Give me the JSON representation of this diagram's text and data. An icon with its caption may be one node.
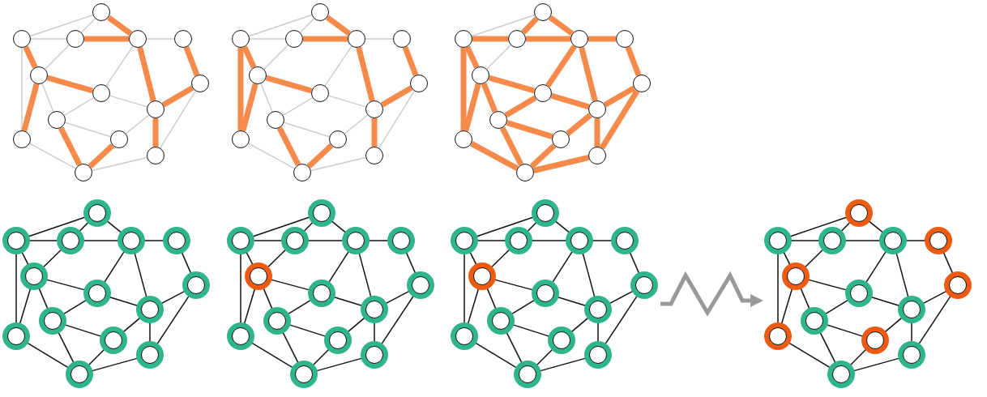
{
  "diagram": {
    "nodes": [
      {
        "text": [],
        "shape": "circle"
      },
      {
        "text": [],
        "shape": "circle"
      },
      {
        "text": [],
        "shape": "circle"
      },
      {
        "text": [],
        "shape": "circle"
      },
      {
        "text": [],
        "shape": "circle"
      },
      {
        "text": [],
        "shape": "circle"
      },
      {
        "text": [],
        "shape": "circle"
      },
      {
        "text": [],
        "shape": "circle"
      },
      {
        "text": [],
        "shape": "circle"
      },
      {
        "text": [],
        "shape": "circle"
      },
      {
        "text": [],
        "shape": "circle"
      },
      {
        "text": [],
        "shape": "circle"
      },
      {
        "text": [],
        "shape": "circle"
      },
      {
        "text": [],
        "shape": "circle"
      },
      {
        "text": [],
        "shape": "circle"
      },
      {
        "text": [],
        "shape": "circle"
      },
      {
        "text": [],
        "shape": "circle"
      },
      {
        "text": [],
        "shape": "circle"
      },
      {
        "text": [],
        "shape": "circle"
      },
      {
        "text": [],
        "shape": "circle"
      },
      {
        "text": [],
        "shape": "circle"
      },
      {
        "text": [],
        "shape": "circle"
      },
      {
        "text": [],
        "shape": "circle"
      },
      {
        "text": [],
        "shape": "circle"
      },
      {
        "text": [],
        "shape": "circle"
      },
      {
        "text": [],
        "shape": "circle"
      },
      {
        "text": [],
        "shape": "circle"
      },
      {
        "text": [],
        "shape": "circle"
      },
      {
        "text": [],
        "shape": "circle"
      },
      {
        "text": [],
        "shape": "circle"
      },
      {
        "text": [],
        "shape": "circle"
      },
      {
        "text": [],
        "shape": "circle"
      },
      {
        "text": [],
        "shape": "circle"
      },
      {
        "text": [],
        "shape": "circle"
      },
      {
        "text": [],
        "shape": "circle"
      },
      {
        "text": [],
        "shape": "circle"
      },
      {
        "text": [],
        "shape": "circle"
      },
      {
        "text": [],
        "shape": "circle"
      },
      {
        "text": [],
        "shape": "circle"
      },
      {
        "text": [],
        "shape": "circle"
      },
      {
        "text": [],
        "shape": "circle"
      },
      {
        "text": [],
        "shape": "circle"
      },
      {
        "text": [],
        "shape": "circle"
      },
      {
        "text": [],
        "shape": "circle"
      },
      {
        "text": [],
        "shape": "circle"
      },
      {
        "text": [],
        "shape": "circle"
      },
      {
        "text": [],
        "shape": "circle"
      },
      {
        "text": [],
        "shape": "circle"
      },
      {
        "text": [],
        "shape": "circle"
      },
      {
        "text": [],
        "shape": "circle"
      },
      {
        "text": [],
        "shape": "circle"
      },
      {
        "text": [],
        "shape": "circle"
      },
      {
        "text": [],
        "shape": "circle"
      },
      {
        "text": [],
        "shape": "circle"
      },
      {
        "text": [],
        "shape": "circle"
      },
      {
        "text": [],
        "shape": "circle"
      },
      {
        "text": [],
        "shape": "circle"
      },
      {
        "text": [],
        "shape": "circle"
      },
      {
        "text": [],
        "shape": "circle"
      },
      {
        "text": [],
        "shape": "circle"
      },
      {
        "text": [],
        "shape": "circle"
      },
      {
        "text": [],
        "shape": "circle"
      },
      {
        "text": [],
        "shape": "circle"
      },
      {
        "text": [],
        "shape": "circle"
      },
      {
        "text": [],
        "shape": "circle"
      },
      {
        "text": [],
        "shape": "circle"
      },
      {
        "text": [],
        "shape": "circle"
      },
      {
        "text": [],
        "shape": "circle"
      },
      {
        "text": [],
        "shape": "circle"
      },
      {
        "text": [],
        "shape": "circle"
      },
      {
        "text": [],
        "shape": "circle"
      },
      {
        "text": [],
        "shape": "circle"
      },
      {
        "text": [],
        "shape": "circle"
      },
      {
        "text": [],
        "shape": "circle"
      },
      {
        "text": [],
        "shape": "circle"
      },
      {
        "text": [],
        "shape": "circle"
      },
      {
        "text": [],
        "shape": "circle"
      },
      {
        "text": [],
        "shape": "circle"
      },
      {
        "text": [],
        "shape": "circle"
      },
      {
        "text": [],
        "shape": "circle"
      },
      {
        "text": [],
        "shape": "circle"
      },
      {
        "text": [],
        "shape": "circle"
      },
      {
        "text": [],
        "shape": "circle"
      },
      {
        "text": [],
        "shape": "circle"
      },
      {
        "text": [],
        "shape": "circle"
      },
      {
        "text": [],
        "shape": "circle"
      },
      {
        "text": [],
        "shape": "circle"
      },
      {
        "text": [],
        "shape": "circle"
      },
      {
        "text": [],
        "shape": "circle"
      },
      {
        "text": [],
        "shape": "circle"
      },
      {
        "text": [],
        "shape": "circle"
      },
      {
        "text": [],
        "shape": "circle"
      },
      {
        "text": [],
        "shape": "circle"
      },
      {
        "text": [],
        "shape": "circle"
      },
      {
        "text": [],
        "shape": "circle"
      },
      {
        "text": [],
        "shape": "circle"
      },
      {
        "text": [],
        "shape": "circle"
      },
      {
        "text": [],
        "shape": "circle"
      }
    ],
    "edges": [
      {
        "from": 0,
        "to": 1,
        "arrow": "none",
        "color": "#cccccc"
      },
      {
        "from": 0,
        "to": 2,
        "arrow": "none",
        "color": "#cccccc"
      },
      {
        "from": 0,
        "to": 3,
        "arrow": "none",
        "style": "thick",
        "color": "#f58a4b"
      },
      {
        "from": 1,
        "to": 2,
        "arrow": "none",
        "color": "#cccccc"
      },
      {
        "from": 2,
        "to": 3,
        "arrow": "none",
        "style": "thick",
        "color": "#f58a4b"
      },
      {
        "from": 3,
        "to": 4,
        "arrow": "none",
        "color": "#cccccc"
      },
      {
        "from": 1,
        "to": 5,
        "arrow": "none",
        "style": "thick",
        "color": "#f58a4b"
      },
      {
        "from": 1,
        "to": 10,
        "arrow": "none",
        "color": "#cccccc"
      },
      {
        "from": 2,
        "to": 5,
        "arrow": "none",
        "color": "#cccccc"
      },
      {
        "from": 5,
        "to": 6,
        "arrow": "none",
        "style": "thick",
        "color": "#f58a4b"
      },
      {
        "from": 5,
        "to": 10,
        "arrow": "none",
        "style": "thick",
        "color": "#f58a4b"
      },
      {
        "from": 5,
        "to": 8,
        "arrow": "none",
        "color": "#cccccc"
      },
      {
        "from": 3,
        "to": 6,
        "arrow": "none",
        "color": "#cccccc"
      },
      {
        "from": 3,
        "to": 9,
        "arrow": "none",
        "style": "thick",
        "color": "#f58a4b"
      },
      {
        "from": 6,
        "to": 8,
        "arrow": "none",
        "color": "#cccccc"
      },
      {
        "from": 6,
        "to": 9,
        "arrow": "none",
        "color": "#cccccc"
      },
      {
        "from": 4,
        "to": 7,
        "arrow": "none",
        "style": "thick",
        "color": "#f58a4b"
      },
      {
        "from": 7,
        "to": 9,
        "arrow": "none",
        "style": "thick",
        "color": "#f58a4b"
      },
      {
        "from": 7,
        "to": 12,
        "arrow": "none",
        "color": "#cccccc"
      },
      {
        "from": 9,
        "to": 12,
        "arrow": "none",
        "style": "thick",
        "color": "#f58a4b"
      },
      {
        "from": 9,
        "to": 11,
        "arrow": "none",
        "color": "#cccccc"
      },
      {
        "from": 8,
        "to": 11,
        "arrow": "none",
        "color": "#cccccc"
      },
      {
        "from": 8,
        "to": 13,
        "arrow": "none",
        "style": "thick",
        "color": "#f58a4b"
      },
      {
        "from": 10,
        "to": 13,
        "arrow": "none",
        "color": "#cccccc"
      },
      {
        "from": 11,
        "to": 13,
        "arrow": "none",
        "style": "thick",
        "color": "#f58a4b"
      },
      {
        "from": 13,
        "to": 12,
        "arrow": "none",
        "color": "#cccccc"
      },
      {
        "from": 14,
        "to": 15,
        "arrow": "none",
        "color": "#cccccc"
      },
      {
        "from": 14,
        "to": 16,
        "arrow": "none",
        "color": "#cccccc"
      },
      {
        "from": 14,
        "to": 17,
        "arrow": "none",
        "style": "thick",
        "color": "#f58a4b"
      },
      {
        "from": 15,
        "to": 16,
        "arrow": "none",
        "color": "#cccccc"
      },
      {
        "from": 16,
        "to": 17,
        "arrow": "none",
        "style": "thick",
        "color": "#f58a4b"
      },
      {
        "from": 17,
        "to": 18,
        "arrow": "none",
        "color": "#cccccc"
      },
      {
        "from": 15,
        "to": 19,
        "arrow": "none",
        "style": "thick",
        "color": "#f58a4b"
      },
      {
        "from": 15,
        "to": 24,
        "arrow": "none",
        "style": "thick",
        "color": "#f58a4b"
      },
      {
        "from": 16,
        "to": 19,
        "arrow": "none",
        "color": "#cccccc"
      },
      {
        "from": 19,
        "to": 20,
        "arrow": "none",
        "style": "thick",
        "color": "#f58a4b"
      },
      {
        "from": 19,
        "to": 24,
        "arrow": "none",
        "style": "thick",
        "color": "#f58a4b"
      },
      {
        "from": 19,
        "to": 22,
        "arrow": "none",
        "color": "#cccccc"
      },
      {
        "from": 17,
        "to": 20,
        "arrow": "none",
        "color": "#cccccc"
      },
      {
        "from": 17,
        "to": 23,
        "arrow": "none",
        "style": "thick",
        "color": "#f58a4b"
      },
      {
        "from": 20,
        "to": 22,
        "arrow": "none",
        "color": "#cccccc"
      },
      {
        "from": 20,
        "to": 23,
        "arrow": "none",
        "color": "#cccccc"
      },
      {
        "from": 18,
        "to": 21,
        "arrow": "none",
        "style": "thick",
        "color": "#f58a4b"
      },
      {
        "from": 21,
        "to": 23,
        "arrow": "none",
        "style": "thick",
        "color": "#f58a4b"
      },
      {
        "from": 21,
        "to": 26,
        "arrow": "none",
        "color": "#cccccc"
      },
      {
        "from": 23,
        "to": 26,
        "arrow": "none",
        "style": "thick",
        "color": "#f58a4b"
      },
      {
        "from": 23,
        "to": 25,
        "arrow": "none",
        "color": "#cccccc"
      },
      {
        "from": 22,
        "to": 25,
        "arrow": "none",
        "color": "#cccccc"
      },
      {
        "from": 22,
        "to": 27,
        "arrow": "none",
        "style": "thick",
        "color": "#f58a4b"
      },
      {
        "from": 24,
        "to": 27,
        "arrow": "none",
        "color": "#cccccc"
      },
      {
        "from": 25,
        "to": 27,
        "arrow": "none",
        "style": "thick",
        "color": "#f58a4b"
      },
      {
        "from": 27,
        "to": 26,
        "arrow": "none",
        "color": "#cccccc"
      },
      {
        "from": 28,
        "to": 29,
        "arrow": "none",
        "color": "#cccccc"
      },
      {
        "from": 28,
        "to": 30,
        "arrow": "none",
        "style": "thick",
        "color": "#f58a4b"
      },
      {
        "from": 28,
        "to": 31,
        "arrow": "none",
        "style": "thick",
        "color": "#f58a4b"
      },
      {
        "from": 29,
        "to": 30,
        "arrow": "none",
        "style": "thick",
        "color": "#f58a4b"
      },
      {
        "from": 30,
        "to": 31,
        "arrow": "none",
        "style": "thick",
        "color": "#f58a4b"
      },
      {
        "from": 31,
        "to": 32,
        "arrow": "none",
        "style": "thick",
        "color": "#f58a4b"
      },
      {
        "from": 29,
        "to": 33,
        "arrow": "none",
        "style": "thick",
        "color": "#f58a4b"
      },
      {
        "from": 29,
        "to": 38,
        "arrow": "none",
        "style": "thick",
        "color": "#f58a4b"
      },
      {
        "from": 30,
        "to": 33,
        "arrow": "none",
        "color": "#cccccc"
      },
      {
        "from": 33,
        "to": 34,
        "arrow": "none",
        "style": "thick",
        "color": "#f58a4b"
      },
      {
        "from": 33,
        "to": 38,
        "arrow": "none",
        "style": "thick",
        "color": "#f58a4b"
      },
      {
        "from": 33,
        "to": 36,
        "arrow": "none",
        "style": "thick",
        "color": "#f58a4b"
      },
      {
        "from": 31,
        "to": 34,
        "arrow": "none",
        "style": "thick",
        "color": "#f58a4b"
      },
      {
        "from": 31,
        "to": 37,
        "arrow": "none",
        "style": "thick",
        "color": "#f58a4b"
      },
      {
        "from": 34,
        "to": 36,
        "arrow": "none",
        "style": "thick",
        "color": "#f58a4b"
      },
      {
        "from": 34,
        "to": 37,
        "arrow": "none",
        "style": "thick",
        "color": "#f58a4b"
      },
      {
        "from": 32,
        "to": 35,
        "arrow": "none",
        "style": "thick",
        "color": "#f58a4b"
      },
      {
        "from": 35,
        "to": 37,
        "arrow": "none",
        "style": "thick",
        "color": "#f58a4b"
      },
      {
        "from": 35,
        "to": 40,
        "arrow": "none",
        "style": "thick",
        "color": "#f58a4b"
      },
      {
        "from": 37,
        "to": 40,
        "arrow": "none",
        "style": "thick",
        "color": "#f58a4b"
      },
      {
        "from": 37,
        "to": 39,
        "arrow": "none",
        "style": "thick",
        "color": "#f58a4b"
      },
      {
        "from": 36,
        "to": 39,
        "arrow": "none",
        "style": "thick",
        "color": "#f58a4b"
      },
      {
        "from": 36,
        "to": 41,
        "arrow": "none",
        "style": "thick",
        "color": "#f58a4b"
      },
      {
        "from": 38,
        "to": 41,
        "arrow": "none",
        "style": "thick",
        "color": "#f58a4b"
      },
      {
        "from": 39,
        "to": 41,
        "arrow": "none",
        "style": "thick",
        "color": "#f58a4b"
      },
      {
        "from": 41,
        "to": 40,
        "arrow": "none",
        "style": "thick",
        "color": "#f58a4b"
      },
      {
        "from": 42,
        "to": 43,
        "arrow": "none"
      },
      {
        "from": 42,
        "to": 44,
        "arrow": "none"
      },
      {
        "from": 42,
        "to": 45,
        "arrow": "none"
      },
      {
        "from": 43,
        "to": 44,
        "arrow": "none"
      },
      {
        "from": 44,
        "to": 45,
        "arrow": "none"
      },
      {
        "from": 45,
        "to": 46,
        "arrow": "none"
      },
      {
        "from": 43,
        "to": 47,
        "arrow": "none"
      },
      {
        "from": 43,
        "to": 52,
        "arrow": "none"
      },
      {
        "from": 44,
        "to": 47,
        "arrow": "none"
      },
      {
        "from": 47,
        "to": 48,
        "arrow": "none"
      },
      {
        "from": 47,
        "to": 52,
        "arrow": "none"
      },
      {
        "from": 47,
        "to": 50,
        "arrow": "none"
      },
      {
        "from": 45,
        "to": 48,
        "arrow": "none"
      },
      {
        "from": 45,
        "to": 51,
        "arrow": "none"
      },
      {
        "from": 48,
        "to": 50,
        "arrow": "none"
      },
      {
        "from": 48,
        "to": 51,
        "arrow": "none"
      },
      {
        "from": 46,
        "to": 49,
        "arrow": "none"
      },
      {
        "from": 49,
        "to": 51,
        "arrow": "none"
      },
      {
        "from": 49,
        "to": 54,
        "arrow": "none"
      },
      {
        "from": 51,
        "to": 54,
        "arrow": "none"
      },
      {
        "from": 51,
        "to": 53,
        "arrow": "none"
      },
      {
        "from": 50,
        "to": 53,
        "arrow": "none"
      },
      {
        "from": 50,
        "to": 55,
        "arrow": "none"
      },
      {
        "from": 52,
        "to": 55,
        "arrow": "none"
      },
      {
        "from": 53,
        "to": 55,
        "arrow": "none"
      },
      {
        "from": 55,
        "to": 54,
        "arrow": "none"
      },
      {
        "from": 56,
        "to": 57,
        "arrow": "none"
      },
      {
        "from": 56,
        "to": 58,
        "arrow": "none"
      },
      {
        "from": 56,
        "to": 59,
        "arrow": "none"
      },
      {
        "from": 57,
        "to": 58,
        "arrow": "none"
      },
      {
        "from": 58,
        "to": 59,
        "arrow": "none"
      },
      {
        "from": 59,
        "to": 60,
        "arrow": "none"
      },
      {
        "from": 57,
        "to": 61,
        "arrow": "none"
      },
      {
        "from": 57,
        "to": 66,
        "arrow": "none"
      },
      {
        "from": 58,
        "to": 61,
        "arrow": "none"
      },
      {
        "from": 61,
        "to": 62,
        "arrow": "none"
      },
      {
        "from": 61,
        "to": 66,
        "arrow": "none"
      },
      {
        "from": 61,
        "to": 64,
        "arrow": "none"
      },
      {
        "from": 59,
        "to": 62,
        "arrow": "none"
      },
      {
        "from": 59,
        "to": 65,
        "arrow": "none"
      },
      {
        "from": 62,
        "to": 64,
        "arrow": "none"
      },
      {
        "from": 62,
        "to": 65,
        "arrow": "none"
      },
      {
        "from": 60,
        "to": 63,
        "arrow": "none"
      },
      {
        "from": 63,
        "to": 65,
        "arrow": "none"
      },
      {
        "from": 63,
        "to": 68,
        "arrow": "none"
      },
      {
        "from": 65,
        "to": 68,
        "arrow": "none"
      },
      {
        "from": 65,
        "to": 67,
        "arrow": "none"
      },
      {
        "from": 64,
        "to": 67,
        "arrow": "none"
      },
      {
        "from": 64,
        "to": 69,
        "arrow": "none"
      },
      {
        "from": 66,
        "to": 69,
        "arrow": "none"
      },
      {
        "from": 67,
        "to": 69,
        "arrow": "none"
      },
      {
        "from": 69,
        "to": 68,
        "arrow": "none"
      },
      {
        "from": 70,
        "to": 71,
        "arrow": "none"
      },
      {
        "from": 70,
        "to": 72,
        "arrow": "none"
      },
      {
        "from": 70,
        "to": 73,
        "arrow": "none"
      },
      {
        "from": 71,
        "to": 72,
        "arrow": "none"
      },
      {
        "from": 72,
        "to": 73,
        "arrow": "none"
      },
      {
        "from": 73,
        "to": 74,
        "arrow": "none"
      },
      {
        "from": 71,
        "to": 75,
        "arrow": "none"
      },
      {
        "from": 71,
        "to": 80,
        "arrow": "none"
      },
      {
        "from": 72,
        "to": 75,
        "arrow": "none"
      },
      {
        "from": 75,
        "to": 76,
        "arrow": "none"
      },
      {
        "from": 75,
        "to": 80,
        "arrow": "none"
      },
      {
        "from": 75,
        "to": 78,
        "arrow": "none"
      },
      {
        "from": 73,
        "to": 76,
        "arrow": "none"
      },
      {
        "from": 73,
        "to": 79,
        "arrow": "none"
      },
      {
        "from": 76,
        "to": 78,
        "arrow": "none"
      },
      {
        "from": 76,
        "to": 79,
        "arrow": "none"
      },
      {
        "from": 74,
        "to": 77,
        "arrow": "none"
      },
      {
        "from": 77,
        "to": 79,
        "arrow": "none"
      },
      {
        "from": 77,
        "to": 82,
        "arrow": "none"
      },
      {
        "from": 79,
        "to": 82,
        "arrow": "none"
      },
      {
        "from": 79,
        "to": 81,
        "arrow": "none"
      },
      {
        "from": 78,
        "to": 81,
        "arrow": "none"
      },
      {
        "from": 78,
        "to": 83,
        "arrow": "none"
      },
      {
        "from": 80,
        "to": 83,
        "arrow": "none"
      },
      {
        "from": 81,
        "to": 83,
        "arrow": "none"
      },
      {
        "from": 83,
        "to": 82,
        "arrow": "none"
      },
      {
        "from": 84,
        "to": 85,
        "arrow": "none"
      },
      {
        "from": 84,
        "to": 86,
        "arrow": "none"
      },
      {
        "from": 84,
        "to": 87,
        "arrow": "none"
      },
      {
        "from": 85,
        "to": 86,
        "arrow": "none"
      },
      {
        "from": 86,
        "to": 87,
        "arrow": "none"
      },
      {
        "from": 87,
        "to": 88,
        "arrow": "none"
      },
      {
        "from": 85,
        "to": 89,
        "arrow": "none"
      },
      {
        "from": 85,
        "to": 94,
        "arrow": "none"
      },
      {
        "from": 86,
        "to": 89,
        "arrow": "none"
      },
      {
        "from": 89,
        "to": 90,
        "arrow": "none"
      },
      {
        "from": 89,
        "to": 94,
        "arrow": "none"
      },
      {
        "from": 89,
        "to": 92,
        "arrow": "none"
      },
      {
        "from": 87,
        "to": 90,
        "arrow": "none"
      },
      {
        "from": 87,
        "to": 93,
        "arrow": "none"
      },
      {
        "from": 90,
        "to": 92,
        "arrow": "none"
      },
      {
        "from": 90,
        "to": 93,
        "arrow": "none"
      },
      {
        "from": 88,
        "to": 91,
        "arrow": "none"
      },
      {
        "from": 91,
        "to": 93,
        "arrow": "none"
      },
      {
        "from": 91,
        "to": 96,
        "arrow": "none"
      },
      {
        "from": 93,
        "to": 96,
        "arrow": "none"
      },
      {
        "from": 93,
        "to": 95,
        "arrow": "none"
      },
      {
        "from": 92,
        "to": 95,
        "arrow": "none"
      },
      {
        "from": 92,
        "to": 97,
        "arrow": "none"
      },
      {
        "from": 94,
        "to": 97,
        "arrow": "none"
      },
      {
        "from": 95,
        "to": 97,
        "arrow": "none"
      },
      {
        "from": 97,
        "to": 96,
        "arrow": "none"
      }
    ]
  }
}
